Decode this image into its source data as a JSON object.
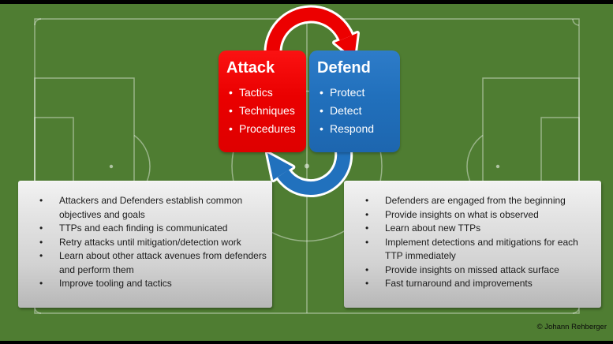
{
  "slide": {
    "copyright": "© Johann Rehberger"
  },
  "colors": {
    "field_green": "#4f7d32",
    "pitch_line": "rgba(255,255,255,0.42)",
    "attack_red": "#ec0000",
    "defend_blue": "#2171bd",
    "letterbox_black": "#000000",
    "panel_gray_top": "#f2f2f2",
    "panel_gray_bottom": "#b7b7b7"
  },
  "attack_box": {
    "title": "Attack",
    "items": [
      "Tactics",
      "Techniques",
      "Procedures"
    ]
  },
  "defend_box": {
    "title": "Defend",
    "items": [
      "Protect",
      "Detect",
      "Respond"
    ]
  },
  "attack_panel": {
    "items": [
      "Attackers and Defenders establish common objectives and goals",
      "TTPs and each finding is communicated",
      "Retry attacks until mitigation/detection work",
      "Learn about other attack avenues from defenders and perform them",
      "Improve tooling and tactics"
    ]
  },
  "defend_panel": {
    "items": [
      "Defenders are engaged from the beginning",
      "Provide insights on what is observed",
      "Learn about new TTPs",
      "Implement detections and mitigations for each TTP immediately",
      "Provide insights on missed attack surface",
      "Fast turnaround and improvements"
    ]
  },
  "icons": {
    "attack_to_defend_arrow": "clockwise-red-arc-arrow",
    "defend_to_attack_arrow": "counterclockwise-blue-arc-arrow",
    "background": "soccer-pitch-top-view"
  }
}
